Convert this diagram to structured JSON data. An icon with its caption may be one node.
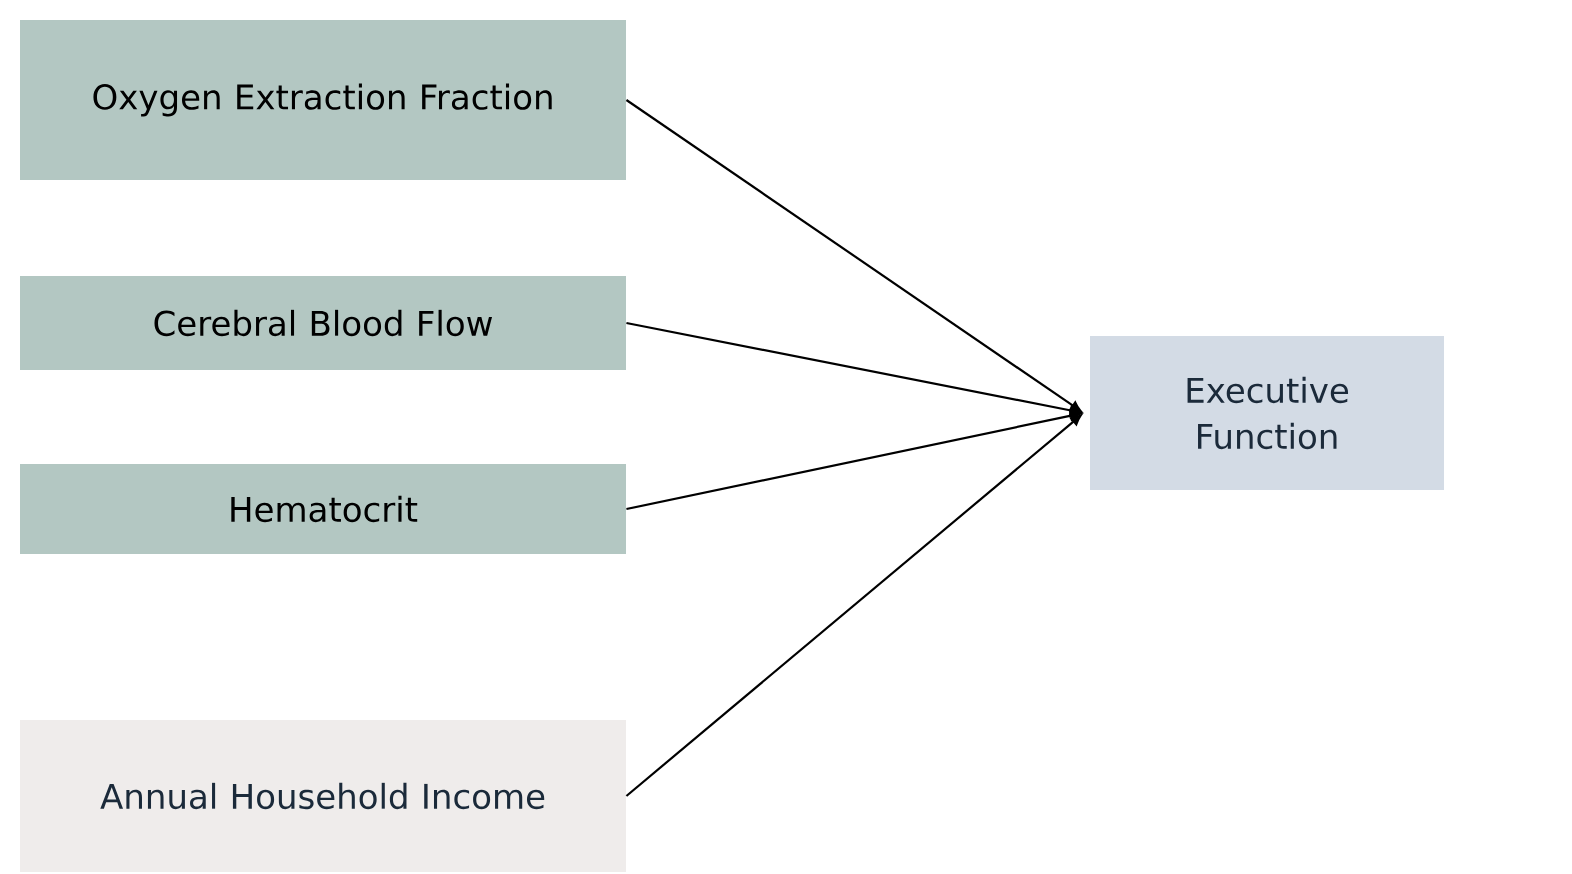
{
  "diagram": {
    "nodes": [
      {
        "text": [
          "Oxygen Extraction Fraction"
        ]
      },
      {
        "text": [
          "Cerebral Blood Flow"
        ]
      },
      {
        "text": [
          "Hematocrit"
        ]
      },
      {
        "text": [
          "Annual Household Income"
        ]
      },
      {
        "text": [
          "Executive Function"
        ]
      }
    ],
    "edges": [
      {
        "from": 0,
        "to": 4,
        "arrow": "to"
      },
      {
        "from": 1,
        "to": 4,
        "arrow": "to"
      },
      {
        "from": 2,
        "to": 4,
        "arrow": "to"
      },
      {
        "from": 3,
        "to": 4,
        "arrow": "to"
      }
    ]
  }
}
